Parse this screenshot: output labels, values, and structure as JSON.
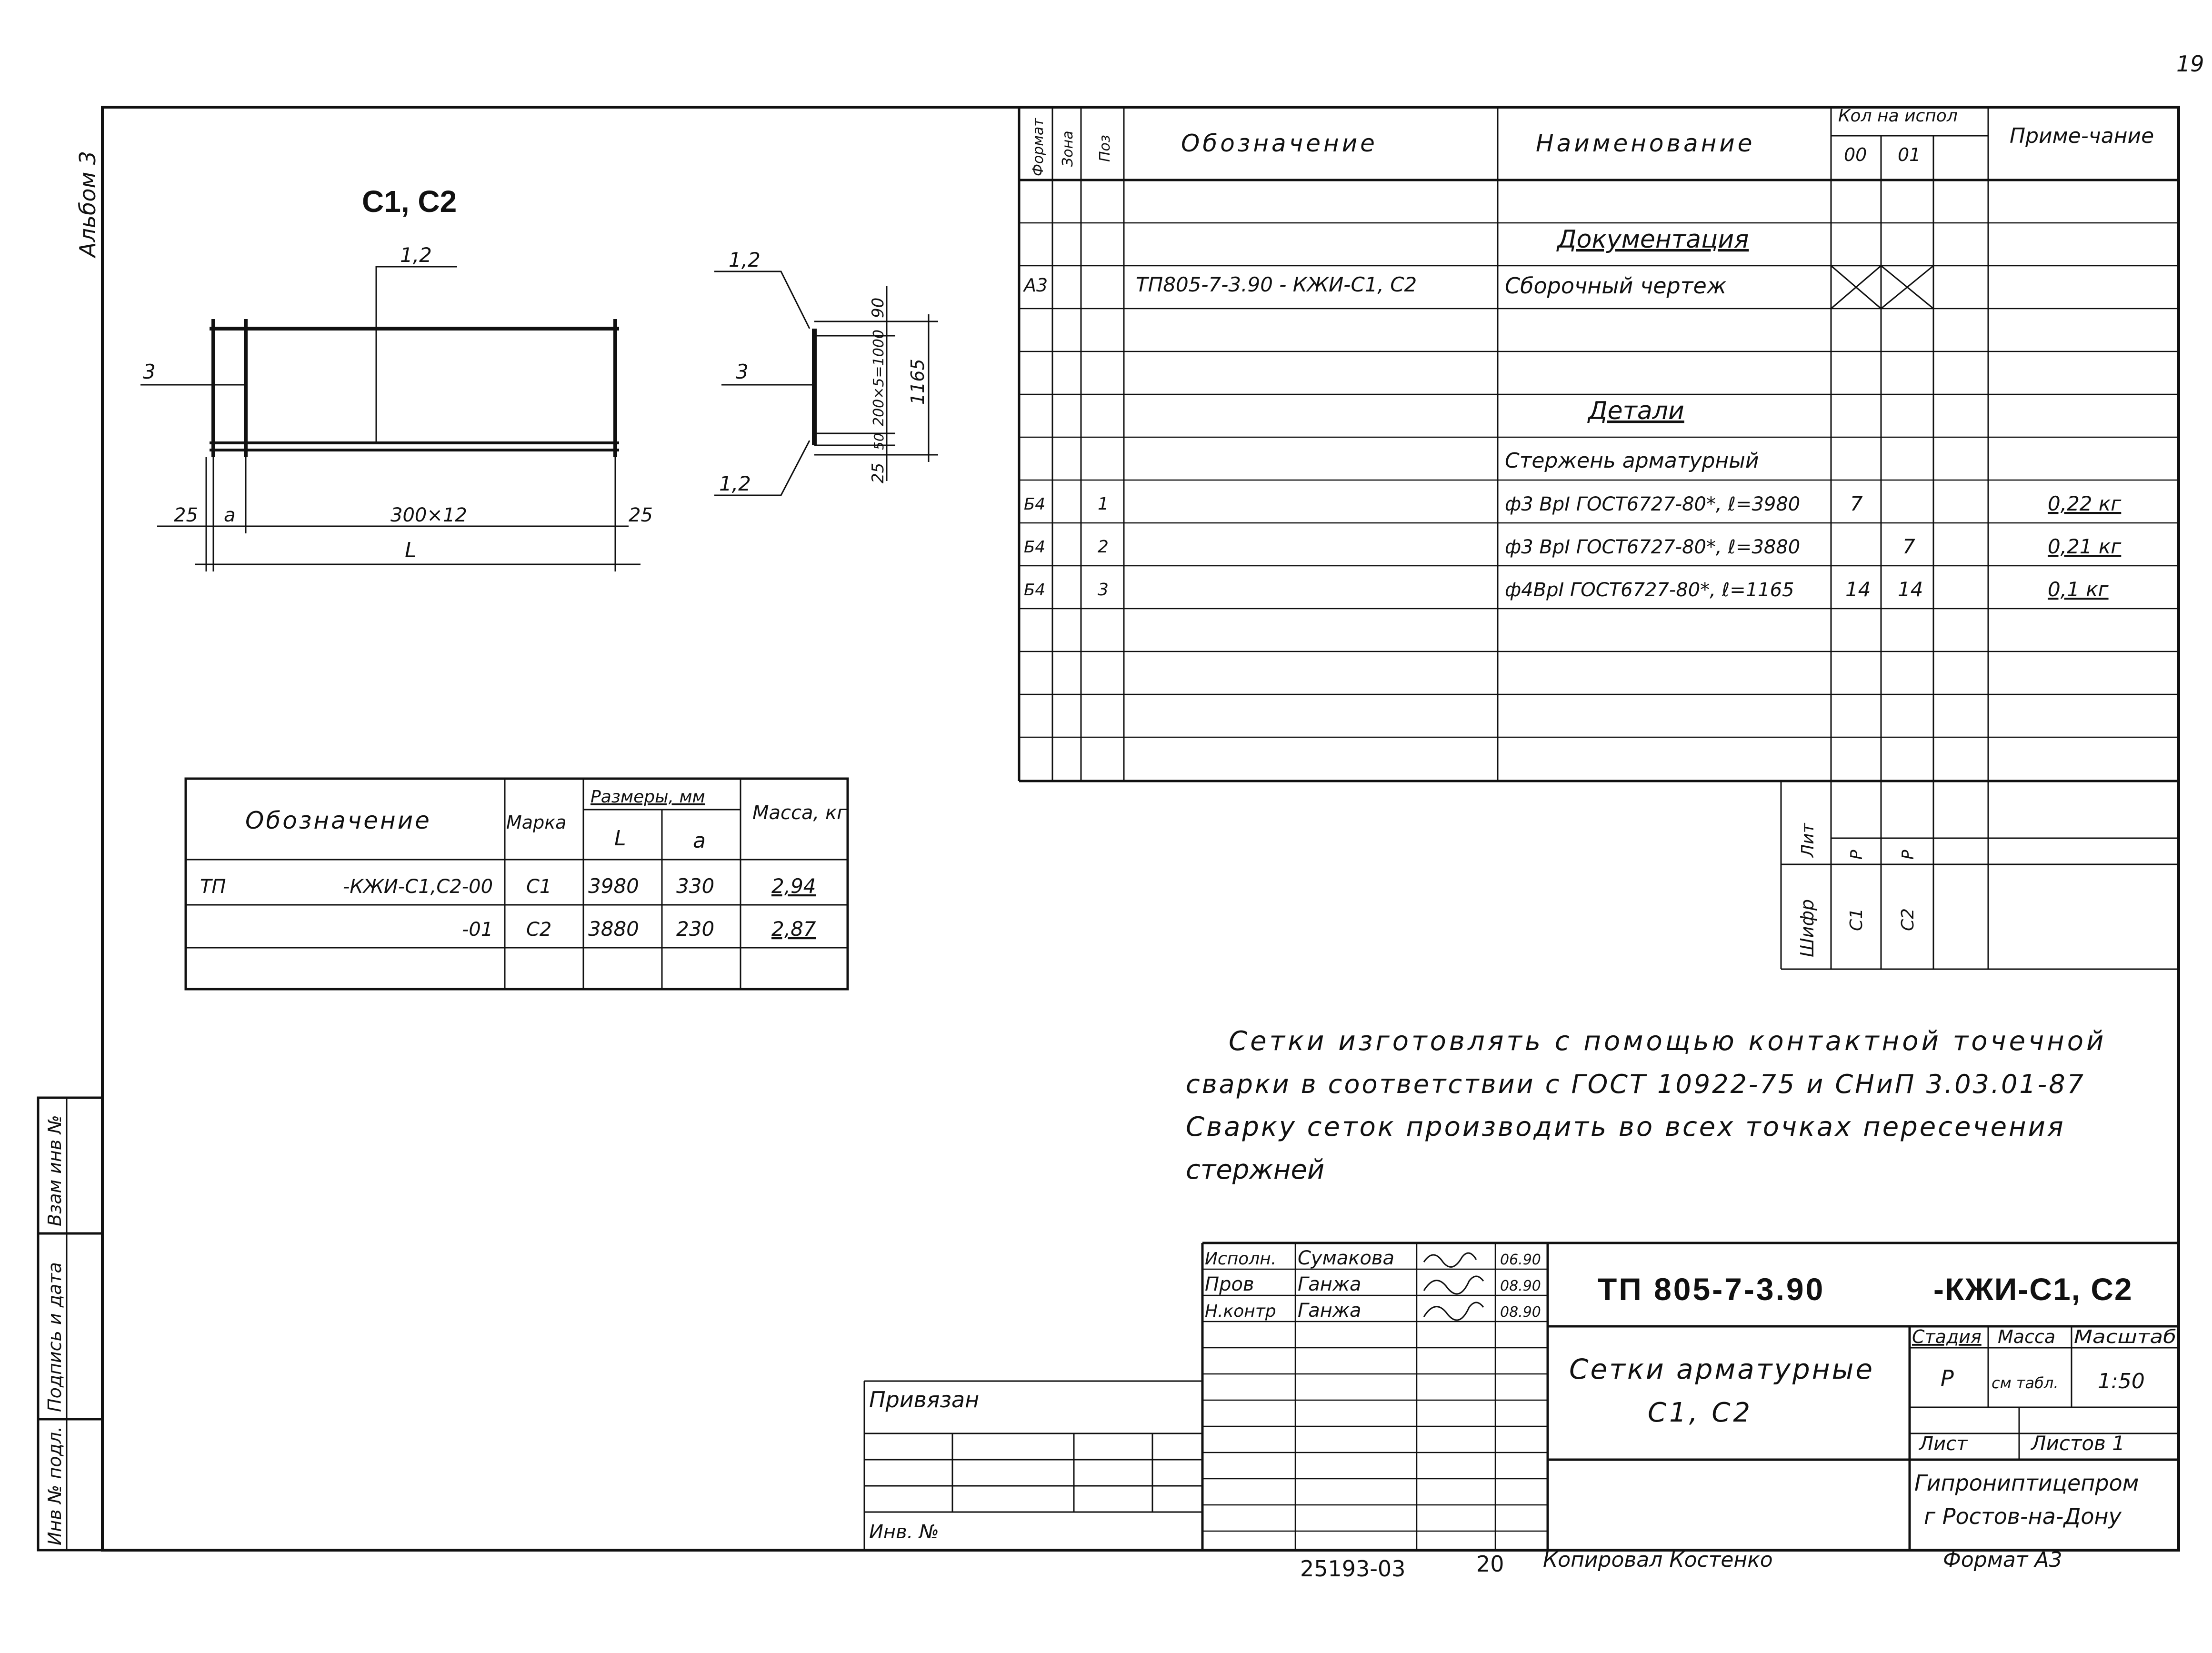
{
  "page_number": "19",
  "album": "Альбом 3",
  "drawing_title": "С1, С2",
  "drawing_dims": {
    "mark_12": "1,2",
    "mark_3": "3",
    "left_25": "25",
    "a": "a",
    "span": "300×12",
    "right_25": "25",
    "L": "L"
  },
  "section_dims": {
    "mark_12_top": "1,2",
    "mark_3": "3",
    "mark_12_bottom": "1,2",
    "d90": "90",
    "d200": "200×5=1000",
    "d1165": "1165",
    "d50": "50",
    "d25": "25"
  },
  "spec": {
    "headers": {
      "format": "Формат",
      "zone": "Зона",
      "pos": "Поз",
      "designation": "Обозначение",
      "name": "Наименование",
      "qty": "Кол на испол",
      "qty_00": "00",
      "qty_01": "01",
      "note": "Приме-чание"
    },
    "section_doc": "Документация",
    "section_parts": "Детали",
    "rows": [
      {
        "format": "А3",
        "pos": "",
        "designation": "ТП805-7-3.90 - КЖИ-С1, С2",
        "name": "Сборочный чертеж",
        "q00": "",
        "q01": "",
        "note": ""
      },
      {
        "format": "",
        "pos": "",
        "designation": "",
        "name": "Стержень арматурный",
        "q00": "",
        "q01": "",
        "note": ""
      },
      {
        "format": "Б4",
        "pos": "1",
        "designation": "",
        "name": "ф3 ВрI ГОСТ6727-80*, ℓ=3980",
        "q00": "7",
        "q01": "",
        "note": "0,22 кг"
      },
      {
        "format": "Б4",
        "pos": "2",
        "designation": "",
        "name": "ф3 ВрI ГОСТ6727-80*, ℓ=3880",
        "q00": "",
        "q01": "7",
        "note": "0,21 кг"
      },
      {
        "format": "Б4",
        "pos": "3",
        "designation": "",
        "name": "ф4ВрI ГОСТ6727-80*, ℓ=1165",
        "q00": "14",
        "q01": "14",
        "note": "0,1 кг"
      }
    ],
    "lit_label": "Лит",
    "lit_00": "Р",
    "lit_01": "Р",
    "cipher_label": "Шифр",
    "cipher_00": "С1",
    "cipher_01": "С2"
  },
  "mass_table": {
    "h_designation": "Обозначение",
    "h_mark": "Марка",
    "h_sizes": "Размеры, мм",
    "h_L": "L",
    "h_a": "a",
    "h_mass": "Масса, кг",
    "rows": [
      {
        "d1": "ТП",
        "d2": "-КЖИ-С1,С2-00",
        "mark": "С1",
        "L": "3980",
        "a": "330",
        "mass": "2,94"
      },
      {
        "d1": "",
        "d2": "-01",
        "mark": "С2",
        "L": "3880",
        "a": "230",
        "mass": "2,87"
      }
    ]
  },
  "notes": [
    "Сетки изготовлять с помощью контактной точечной",
    "сварки в соответствии с ГОСТ 10922-75 и СНиП 3.03.01-87",
    "Сварку сеток производить во всех точках пересечения",
    "стержней"
  ],
  "title_block": {
    "roles": [
      {
        "role": "Исполн.",
        "name": "Сумакова",
        "date": "06.90"
      },
      {
        "role": "Пров",
        "name": "Ганжа",
        "date": "08.90"
      },
      {
        "role": "Н.контр",
        "name": "Ганжа",
        "date": "08.90"
      }
    ],
    "code": "ТП 805-7-3.90",
    "code_suffix": "-КЖИ-С1, С2",
    "sheet_title_1": "Сетки арматурные",
    "sheet_title_2": "С1, С2",
    "stage_label": "Стадия",
    "mass_label": "Масса",
    "scale_label": "Масштаб",
    "stage": "Р",
    "mass": "см табл.",
    "scale": "1:50",
    "sheet_label": "Лист",
    "sheets_label": "Листов 1",
    "org_1": "Гипрониптицепром",
    "org_2": "г Ростов-на-Дону",
    "bound": "Привязан",
    "inv": "Инв. №"
  },
  "side_stamp": {
    "inv_sub": "Взам инв №",
    "sign_date": "Подпись и дата",
    "inv_orig": "Инв № подл."
  },
  "footer": {
    "number": "25193-03",
    "page": "20",
    "copied": "Копировал Костенко",
    "format": "Формат А3"
  }
}
